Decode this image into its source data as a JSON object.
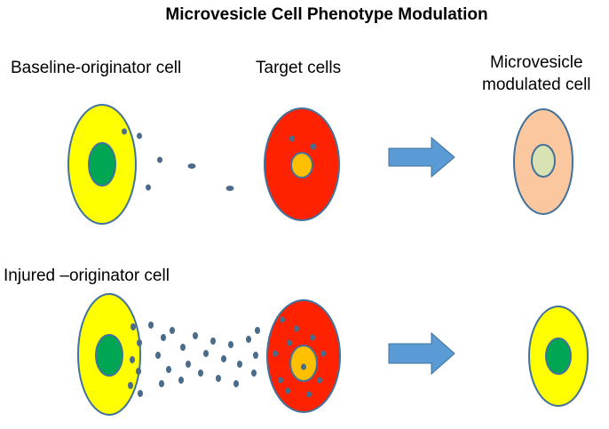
{
  "title": "Microvesicle Cell Phenotype Modulation",
  "labels": {
    "baseline_originator": "Baseline-originator cell",
    "target_cells": "Target cells",
    "modulated_line1": "Microvesicle",
    "modulated_line2": "modulated cell",
    "injured_originator": "Injured –originator cell"
  },
  "colors": {
    "yellow_cell": "#ffff00",
    "green_nucleus": "#00a651",
    "red_cell": "#ff2200",
    "orange_nucleus": "#ffc000",
    "peach_cell": "#fbc79f",
    "pale_nucleus": "#d9e2b2",
    "outline": "#41719c",
    "vesicle": "#4a6b8a",
    "arrow": "#5b9bd5"
  }
}
